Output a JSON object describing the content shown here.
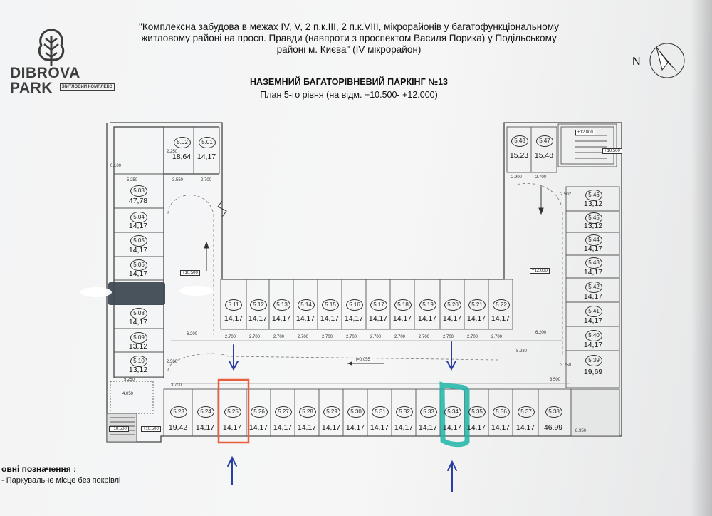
{
  "logo": {
    "line1": "DIBROVA",
    "line2": "PARK",
    "sub": "ЖИТЛОВИЙ КОМПЛЕКС"
  },
  "header": {
    "line1": "\"Комплексна забудова в межах  IV, V, 2 п.к.ІІІ, 2 п.к.VІІІ, мікрорайонів у багатофункціональному",
    "line2": "житловому районі  на просп. Правди (навпроти з проспектом Василя Порика) у Подільському",
    "line3": "районі м. Києва\" (IV мікрорайон)"
  },
  "title": "НАЗЕМНИЙ БАГАТОРІВНЕВИЙ ПАРКІНГ №13",
  "subtitle": "План 5-го рівня (на відм. +10.500- +12.000)",
  "north": "N",
  "legend": {
    "title": "овні позначення :",
    "item": "- Паркувальне місце без покрівлі"
  },
  "levels": {
    "left": "+10.500",
    "right": "+12.000",
    "bottom_left_a": "+10.500",
    "bottom_left_b": "+10.500",
    "stair_right": "+10.500",
    "stair_top": "+12.000",
    "slope": "i=0.055"
  },
  "dims": {
    "d250": "5.250",
    "d3550": "3.550",
    "d2700": "2.700",
    "d2900": "2.900",
    "d2502": "2.502",
    "d6200": "6.200",
    "d3700": "3.700",
    "d3500": "3.500",
    "d8950": "8.950",
    "d8230": "8.230",
    "d3750": "3.750",
    "d4050": "4.050",
    "d0100": "0.100",
    "d2250": "2.250",
    "d2580": "2.580"
  },
  "spots": {
    "s501": {
      "id": "5.01",
      "area": "14,17"
    },
    "s502": {
      "id": "5.02",
      "area": "18,64"
    },
    "s503": {
      "id": "5.03",
      "area": "47,78"
    },
    "s504": {
      "id": "5.04",
      "area": "14,17"
    },
    "s505": {
      "id": "5.05",
      "area": "14,17"
    },
    "s506": {
      "id": "5.06",
      "area": "14,17"
    },
    "s508": {
      "id": "5.08",
      "area": "14,17"
    },
    "s509": {
      "id": "5.09",
      "area": "13,12"
    },
    "s510": {
      "id": "5.10",
      "area": "13,12"
    },
    "s511": {
      "id": "5.11",
      "area": "14,17"
    },
    "s512": {
      "id": "5.12",
      "area": "14,17"
    },
    "s513": {
      "id": "5.13",
      "area": "14,17"
    },
    "s514": {
      "id": "5.14",
      "area": "14,17"
    },
    "s515": {
      "id": "5.15",
      "area": "14,17"
    },
    "s516": {
      "id": "5.16",
      "area": "14,17"
    },
    "s517": {
      "id": "5.17",
      "area": "14,17"
    },
    "s518": {
      "id": "5.18",
      "area": "14,17"
    },
    "s519": {
      "id": "5.19",
      "area": "14,17"
    },
    "s520": {
      "id": "5.20",
      "area": "14,17"
    },
    "s521": {
      "id": "5.21",
      "area": "14,17"
    },
    "s522": {
      "id": "5.22",
      "area": "14,17"
    },
    "s523": {
      "id": "5.23",
      "area": "19,42"
    },
    "s524": {
      "id": "5.24",
      "area": "14,17"
    },
    "s525": {
      "id": "5.25",
      "area": "14,17"
    },
    "s526": {
      "id": "5.26",
      "area": "14,17"
    },
    "s527": {
      "id": "5.27",
      "area": "14,17"
    },
    "s528": {
      "id": "5.28",
      "area": "14,17"
    },
    "s529": {
      "id": "5.29",
      "area": "14,17"
    },
    "s530": {
      "id": "5.30",
      "area": "14,17"
    },
    "s531": {
      "id": "5.31",
      "area": "14,17"
    },
    "s532": {
      "id": "5.32",
      "area": "14,17"
    },
    "s533": {
      "id": "5.33",
      "area": "14,17"
    },
    "s534": {
      "id": "5.34",
      "area": "14,17"
    },
    "s535": {
      "id": "5.35",
      "area": "14,17"
    },
    "s536": {
      "id": "5.36",
      "area": "14,17"
    },
    "s537": {
      "id": "5.37",
      "area": "14,17"
    },
    "s538": {
      "id": "5.38",
      "area": "46,99"
    },
    "s539": {
      "id": "5.39",
      "area": "19,69"
    },
    "s540": {
      "id": "5.40",
      "area": "14,17"
    },
    "s541": {
      "id": "5.41",
      "area": "14,17"
    },
    "s542": {
      "id": "5.42",
      "area": "14,17"
    },
    "s543": {
      "id": "5.43",
      "area": "14,17"
    },
    "s544": {
      "id": "5.44",
      "area": "14,17"
    },
    "s545": {
      "id": "5.45",
      "area": "13,12"
    },
    "s546": {
      "id": "5.46",
      "area": "13,12"
    },
    "s547": {
      "id": "5.47",
      "area": "15,48"
    },
    "s548": {
      "id": "5.48",
      "area": "15,23"
    }
  },
  "colors": {
    "highlight_red": "#e8603c",
    "highlight_teal": "#1fb5a8",
    "arrow_blue": "#2a3fa0",
    "redaction": "#3e4a52"
  }
}
